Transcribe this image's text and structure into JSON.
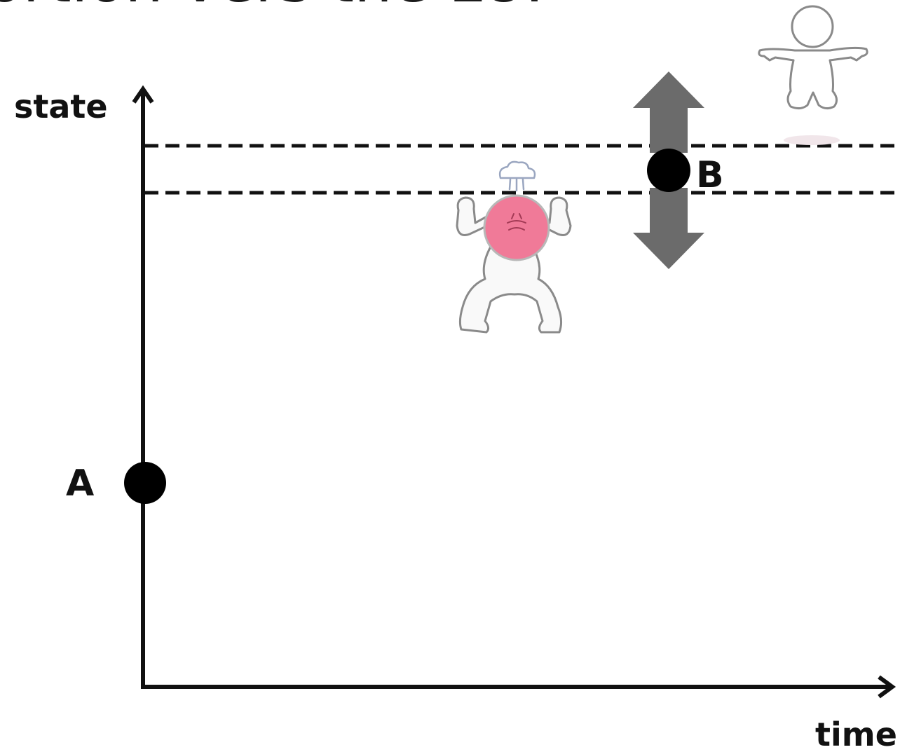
{
  "title_fragment": "ortion vers the LO.",
  "axes": {
    "y_label": "state",
    "x_label": "time"
  },
  "points": {
    "a_label": "A",
    "b_label": "B"
  },
  "icons": [
    "angry-figure-icon",
    "floating-figure-icon",
    "double-arrow-icon"
  ],
  "colors": {
    "axis": "#111111",
    "point": "#000000",
    "arrow": "#6b6b6b",
    "angry_face": "#f07a98",
    "figure_fill": "#f9f9f9",
    "figure_stroke": "#8a8a8a"
  }
}
